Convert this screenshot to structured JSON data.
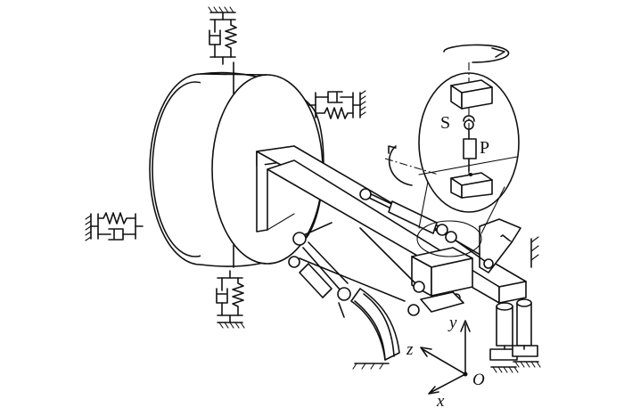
{
  "labels": {
    "spring_s": "S",
    "actuator_p": "P",
    "axis_x": "x",
    "axis_y": "y",
    "axis_z": "z",
    "origin": "O"
  },
  "icons": [
    "rotation-arrow-icon",
    "spring-damper-icon",
    "ground-hatch-icon",
    "hydraulic-cylinder-icon"
  ]
}
